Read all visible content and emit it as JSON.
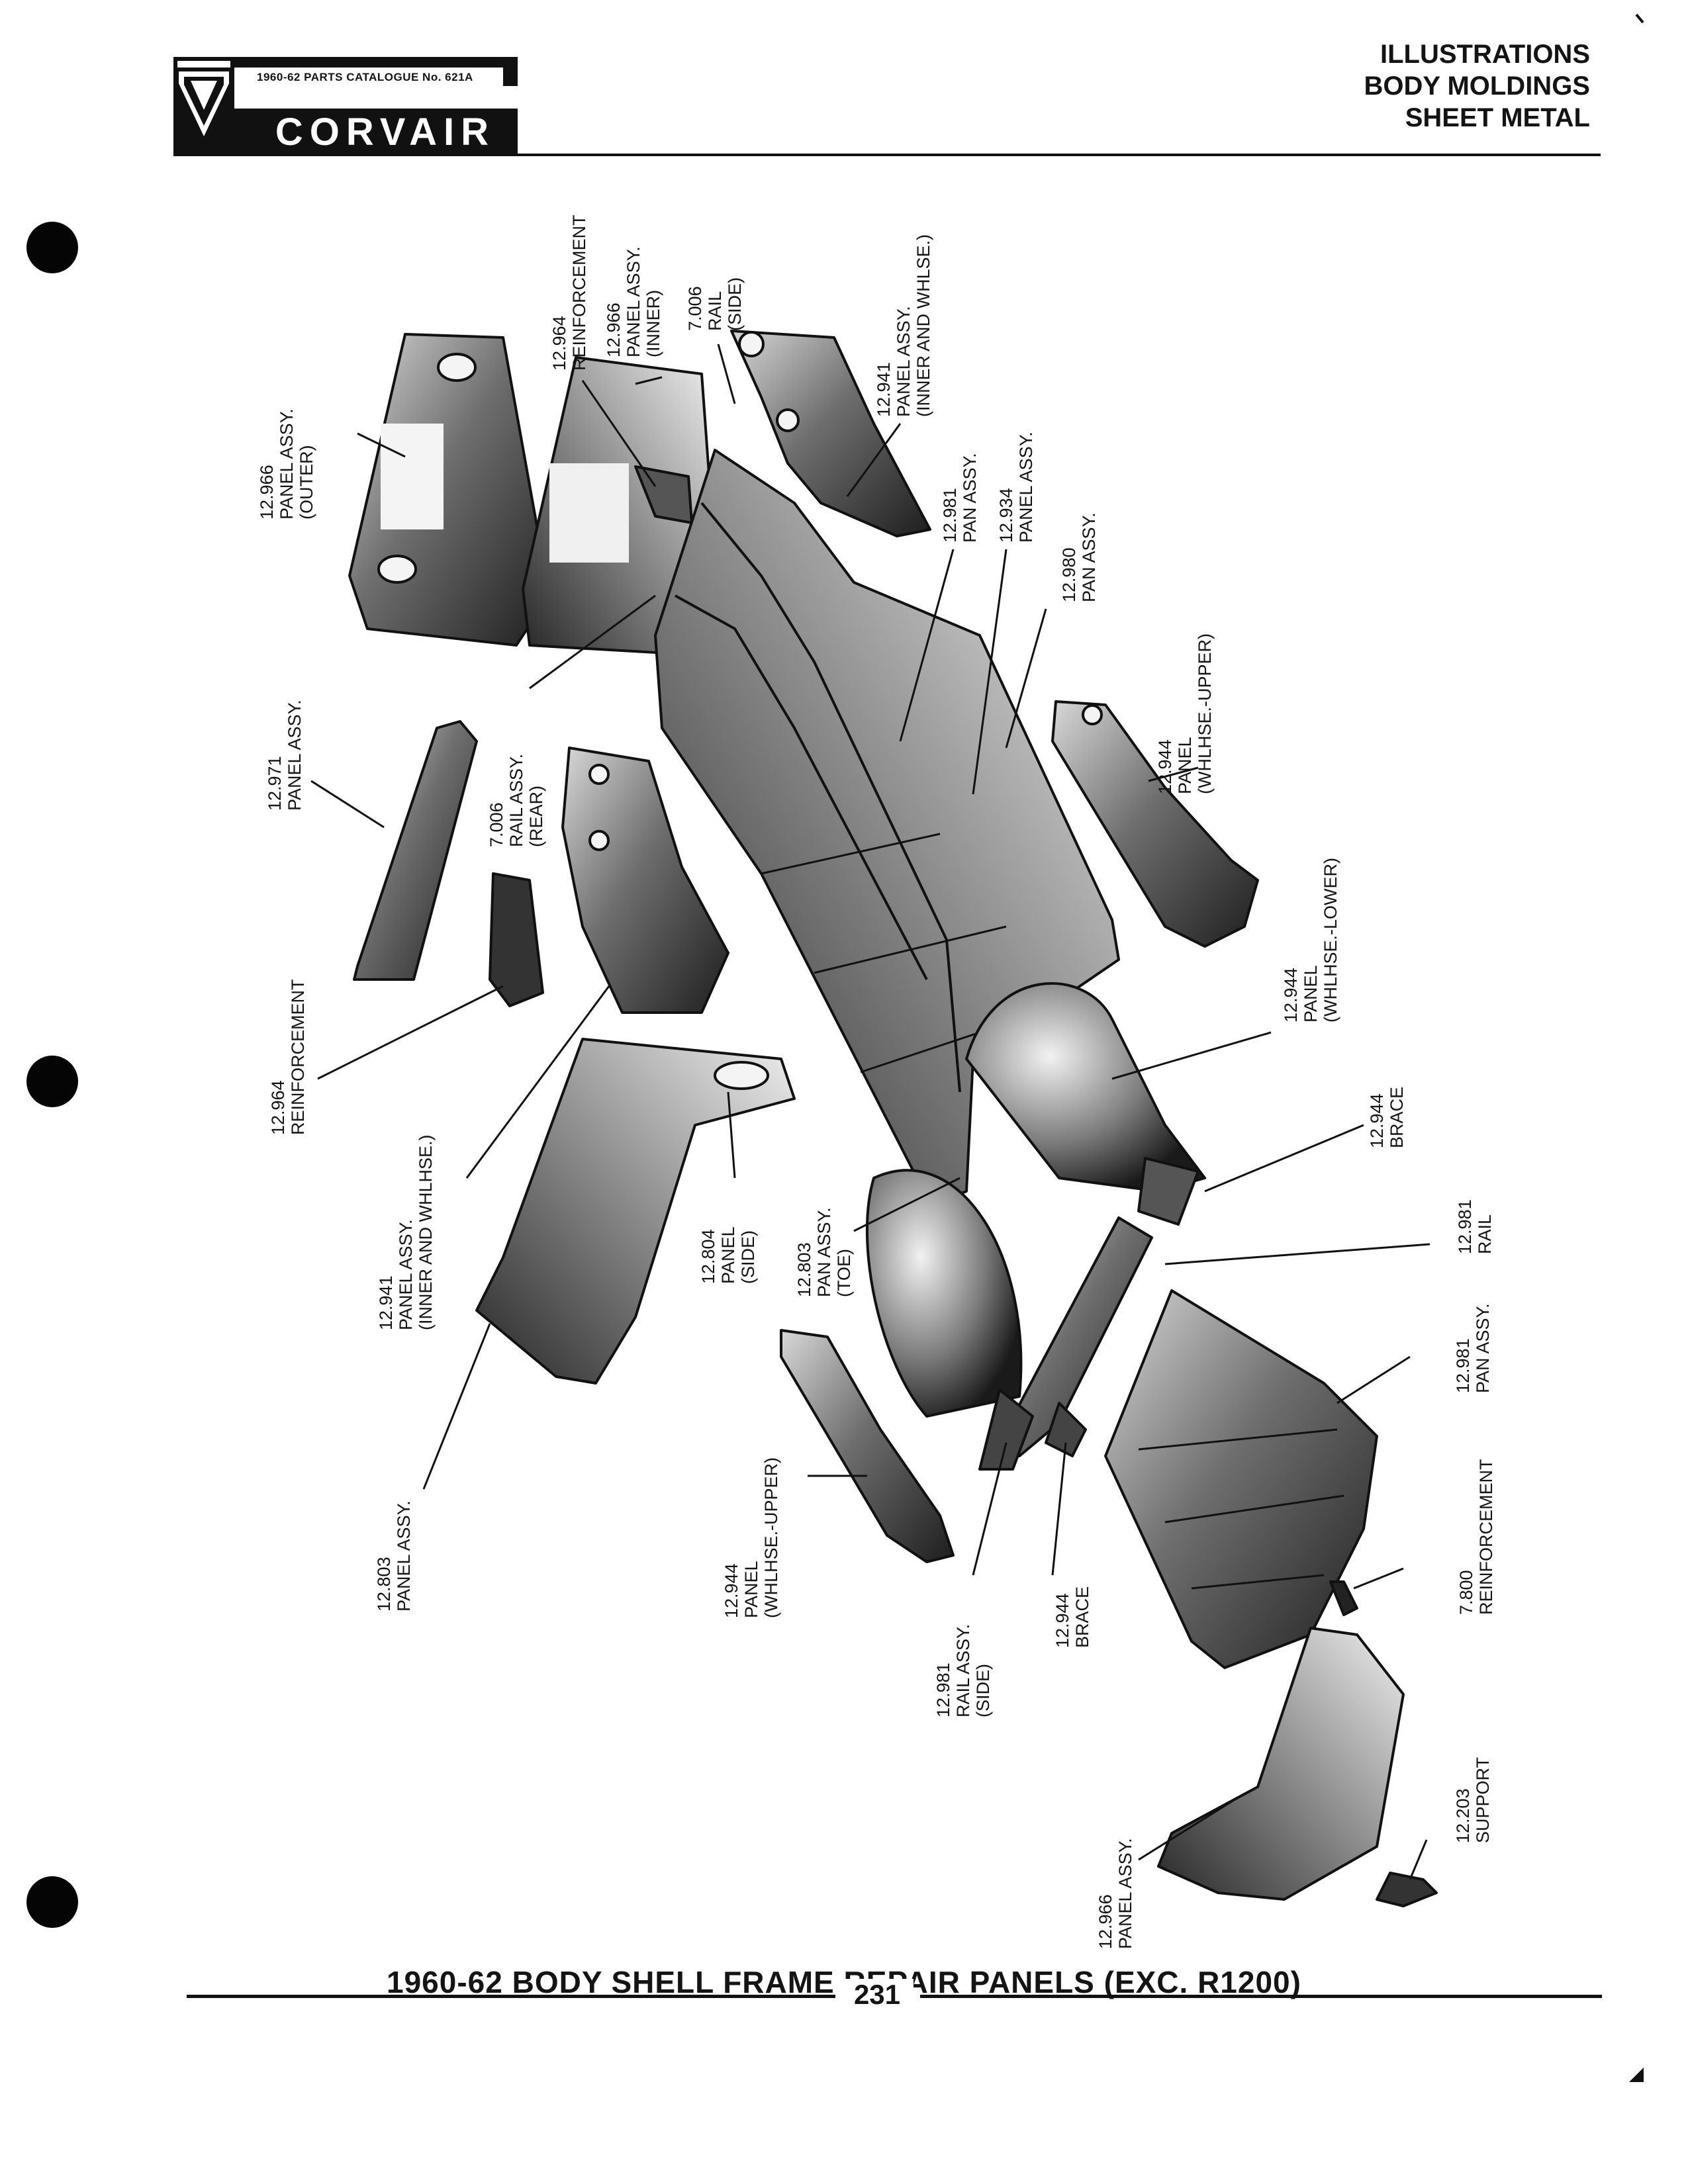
{
  "header": {
    "catalog_label": "1960-62 PARTS CATALOGUE No. 621A",
    "brand": "CORVAIR",
    "titles": [
      "ILLUSTRATIONS",
      "BODY MOLDINGS",
      "SHEET METAL"
    ]
  },
  "labels": [
    {
      "id": "l1",
      "lines": [
        "12.966",
        "PANEL ASSY.",
        "(OUTER)"
      ]
    },
    {
      "id": "l2",
      "lines": [
        "12.964",
        "REINFORCEMENT"
      ]
    },
    {
      "id": "l3",
      "lines": [
        "12.966",
        "PANEL ASSY.",
        "(INNER)"
      ]
    },
    {
      "id": "l4",
      "lines": [
        "7.006",
        "RAIL",
        "(SIDE)"
      ]
    },
    {
      "id": "l5",
      "lines": [
        "12.941",
        "PANEL ASSY.",
        "(INNER AND WHLSE.)"
      ]
    },
    {
      "id": "l6",
      "lines": [
        "12.981",
        "PAN ASSY."
      ]
    },
    {
      "id": "l7",
      "lines": [
        "12.934",
        "PANEL ASSY."
      ]
    },
    {
      "id": "l8",
      "lines": [
        "12.980",
        "PAN ASSY."
      ]
    },
    {
      "id": "l9",
      "lines": [
        "12.971",
        "PANEL ASSY."
      ]
    },
    {
      "id": "l10",
      "lines": [
        "7.006",
        "RAIL ASSY.",
        "(REAR)"
      ]
    },
    {
      "id": "l11",
      "lines": [
        "12.944",
        "PANEL",
        "(WHLHSE.-UPPER)"
      ]
    },
    {
      "id": "l12",
      "lines": [
        "12.964",
        "REINFORCEMENT"
      ]
    },
    {
      "id": "l13",
      "lines": [
        "12.944",
        "PANEL",
        "(WHLHSE.-LOWER)"
      ]
    },
    {
      "id": "l14",
      "lines": [
        "12.941",
        "PANEL ASSY.",
        "(INNER AND WHLHSE.)"
      ]
    },
    {
      "id": "l15",
      "lines": [
        "12.804",
        "PANEL",
        "(SIDE)"
      ]
    },
    {
      "id": "l16",
      "lines": [
        "12.803",
        "PAN ASSY.",
        "(TOE)"
      ]
    },
    {
      "id": "l17",
      "lines": [
        "12.944",
        "BRACE"
      ]
    },
    {
      "id": "l18",
      "lines": [
        "12.981",
        "RAIL"
      ]
    },
    {
      "id": "l19",
      "lines": [
        "12.803",
        "PANEL ASSY."
      ]
    },
    {
      "id": "l20",
      "lines": [
        "12.944",
        "PANEL",
        "(WHLHSE.-UPPER)"
      ]
    },
    {
      "id": "l21",
      "lines": [
        "12.981",
        "PAN ASSY."
      ]
    },
    {
      "id": "l22",
      "lines": [
        "12.981",
        "RAIL ASSY.",
        "(SIDE)"
      ]
    },
    {
      "id": "l23",
      "lines": [
        "12.944",
        "BRACE"
      ]
    },
    {
      "id": "l24",
      "lines": [
        "7.800",
        "REINFORCEMENT"
      ]
    },
    {
      "id": "l25",
      "lines": [
        "12.966",
        "PANEL ASSY."
      ]
    },
    {
      "id": "l26",
      "lines": [
        "12.203",
        "SUPPORT"
      ]
    }
  ],
  "footer": {
    "caption": "1960-62 BODY SHELL FRAME REPAIR PANELS (EXC. R1200)",
    "page_number": "231"
  }
}
